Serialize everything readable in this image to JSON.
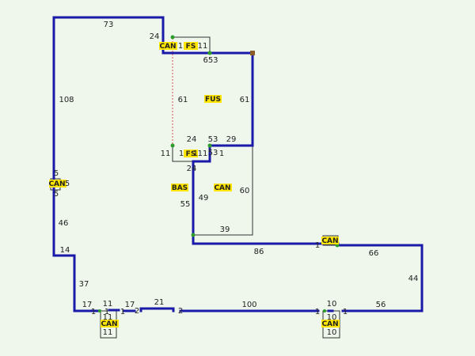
{
  "colors": {
    "background": "#eff7ed",
    "wall": "#1a1aa8",
    "thin_line": "#333333",
    "dotted_line": "#e05050",
    "node": "#2a9d2a",
    "corner_node": "#8b5a2b",
    "tag_fill": "#ffe600",
    "text": "#222222"
  },
  "dimensions": {
    "d73": "73",
    "d24_top": "24",
    "d1_top": "1",
    "d11_top": "11",
    "d653": "653",
    "d108": "108",
    "d61_left": "61",
    "d61_right": "61",
    "d24_mid": "24",
    "d53_mid": "53",
    "d29": "29",
    "d11_mid": "11",
    "d1_mid_a": "1",
    "d1_mid_b": "1",
    "d11_mid_b": "11",
    "d53_mid_b": "53",
    "d1_mid_c": "1",
    "d24_low": "24",
    "d5_a": "5",
    "d5_b": "5",
    "d5_c": "5",
    "d60": "60",
    "d49": "49",
    "d55": "55",
    "d46": "46",
    "d39": "39",
    "d1_r": "1",
    "d86": "86",
    "d66": "66",
    "d14": "14",
    "d44": "44",
    "d37": "37",
    "d17_a": "17",
    "d1_b1": "1",
    "d11_b1": "11",
    "d11_b2": "11",
    "d1_b2": "1",
    "d1_b3": "1",
    "d17_b": "17",
    "d2_a": "2",
    "d21": "21",
    "d2_b": "2",
    "d100": "100",
    "d10_a": "10",
    "d1_b4": "1",
    "d10_b": "10",
    "d10_c": "10",
    "d1_b5": "1",
    "d56": "56",
    "d11_b3": "11"
  },
  "tags": {
    "can_top": "CAN",
    "fs_top": "FS",
    "fus": "FUS",
    "fs_mid": "FS",
    "can_left": "CAN",
    "bas": "BAS",
    "can_mid": "CAN",
    "can_right": "CAN",
    "can_bottom_left": "CAN",
    "can_bottom_right": "CAN"
  }
}
